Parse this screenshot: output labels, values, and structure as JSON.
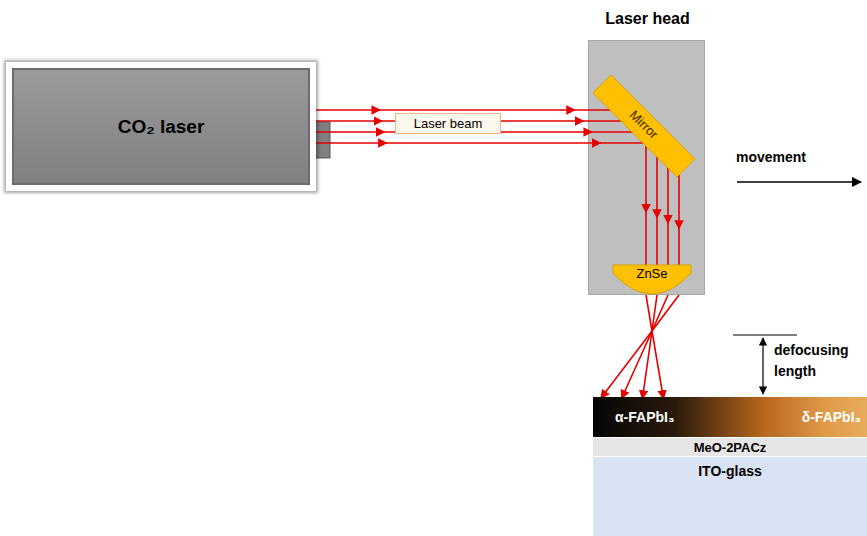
{
  "diagram": {
    "nodes": [
      {
        "text": [
          "CO₂ laser"
        ]
      },
      {
        "text": [
          "Laser beam"
        ]
      },
      {
        "text": [
          "Laser head"
        ]
      },
      {
        "text": [
          "Mirror"
        ],
        "in": 2
      },
      {
        "text": [
          "ZnSe"
        ],
        "in": 2
      },
      {
        "text": [
          "α-FAPbI₃",
          "δ-FAPbI₃"
        ]
      },
      {
        "text": [
          "MeO-2PACz"
        ]
      },
      {
        "text": [
          "ITO-glass"
        ]
      }
    ],
    "edges": [
      {
        "from": 0,
        "to": 3,
        "arrow": "to"
      },
      {
        "from": 3,
        "to": 4,
        "arrow": "to"
      },
      {
        "from": 4,
        "to": 5,
        "arrow": "to"
      }
    ],
    "labels": [
      "movement",
      "defocusing length"
    ]
  }
}
